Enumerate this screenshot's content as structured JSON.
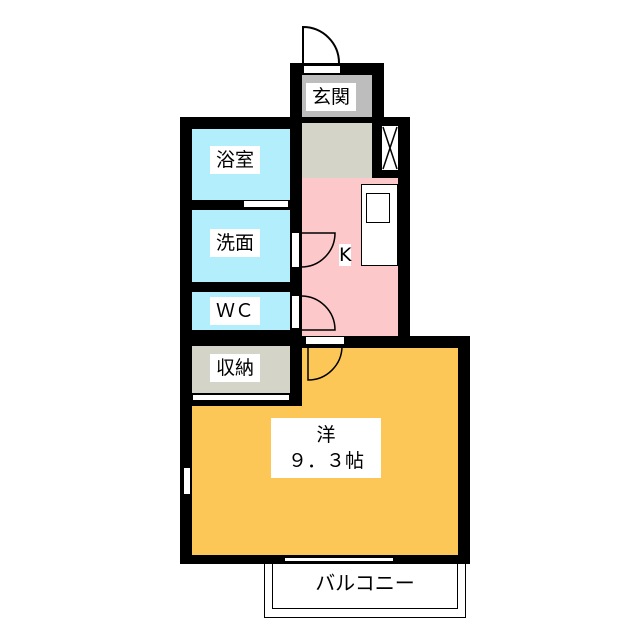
{
  "rooms": {
    "entrance": "玄関",
    "bath": "浴室",
    "washroom": "洗面",
    "toilet": "ＷＣ",
    "kitchen": "K",
    "storage": "収納",
    "western_room": "洋",
    "western_room_size": "９．３帖",
    "balcony": "バルコニー"
  },
  "colors": {
    "wet_area": "#b3eefc",
    "kitchen": "#fcc8c9",
    "room": "#fcc757",
    "storage": "#d5d4c8",
    "entrance": "#bdbdbd",
    "wall": "#000000"
  }
}
